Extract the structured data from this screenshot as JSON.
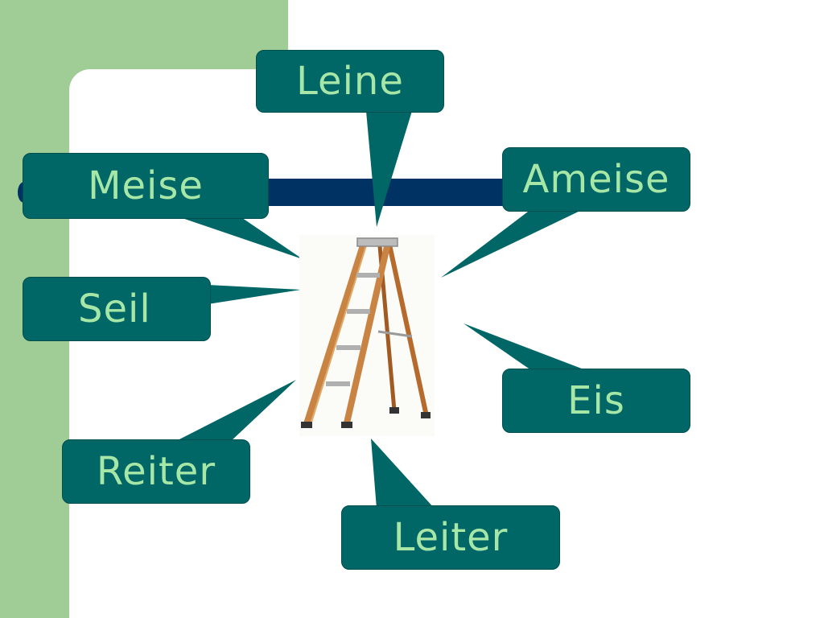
{
  "slide": {
    "image": {
      "icon": "step-ladder-icon"
    },
    "callouts": [
      {
        "id": "leine",
        "label": "Leine"
      },
      {
        "id": "meise",
        "label": "Meise"
      },
      {
        "id": "ameise",
        "label": "Ameise"
      },
      {
        "id": "seil",
        "label": "Seil"
      },
      {
        "id": "eis",
        "label": "Eis"
      },
      {
        "id": "reiter",
        "label": "Reiter"
      },
      {
        "id": "leiter",
        "label": "Leiter"
      }
    ]
  },
  "colors": {
    "callout_fill": "#006666",
    "callout_text": "#a6e6a6",
    "green_band": "#a0cd96",
    "navy_bar": "#003264"
  }
}
